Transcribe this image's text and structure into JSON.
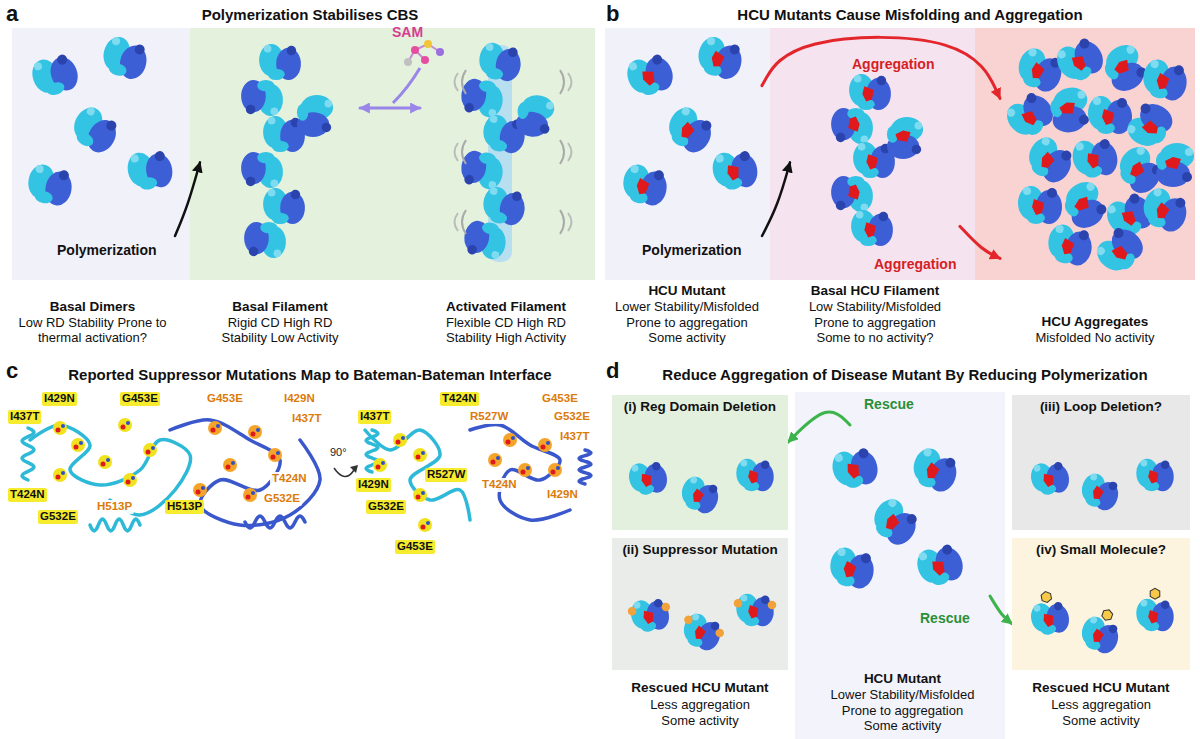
{
  "diagram": {
    "nodes": [
      {
        "text": [
          "Basal Dimers",
          "Low RD Stability Prone to thermal activation?"
        ]
      },
      {
        "text": [
          "Basal Filament",
          "Rigid CD High RD Stability Low Activity"
        ]
      },
      {
        "text": [
          "Activated Filament",
          "Flexible CD High RD Stability High Activity"
        ]
      },
      {
        "text": [
          "HCU Mutant",
          "Lower Stability/Misfolded Prone to aggregation Some activity"
        ]
      },
      {
        "text": [
          "Basal HCU Filament",
          "Low Stability/Misfolded Prone to aggregation Some to no activity?"
        ]
      },
      {
        "text": [
          "HCU Aggregates",
          "Misfolded No activity"
        ]
      },
      {
        "text": [
          "(i) Reg Domain Deletion"
        ]
      },
      {
        "text": [
          "(iii) Loop Deletion?"
        ]
      },
      {
        "text": [
          "(ii) Suppressor Mutation"
        ]
      },
      {
        "text": [
          "HCU Mutant",
          "Lower Stability/Misfolded Prone to aggregation Some activity"
        ]
      },
      {
        "text": [
          "(iv) Small Molecule?"
        ]
      }
    ],
    "edges": [
      {
        "from": 0,
        "to": 1,
        "label": "Polymerization",
        "arrow": "to"
      },
      {
        "from": 1,
        "to": 2,
        "arrow": "both"
      },
      {
        "from": 3,
        "to": 4,
        "label": "Polymerization",
        "arrow": "to"
      },
      {
        "from": 3,
        "to": 5,
        "label": "Aggregation",
        "arrow": "to"
      },
      {
        "from": 4,
        "to": 5,
        "label": "Aggregation",
        "arrow": "to"
      },
      {
        "from": 9,
        "to": 6,
        "label": "Rescue",
        "arrow": "to"
      },
      {
        "from": 9,
        "to": 10,
        "label": "Rescue",
        "arrow": "to"
      }
    ],
    "labels": [
      "a",
      "Polymerization Stabilises CBS",
      "SAM",
      "b",
      "HCU Mutants Cause Misfolding and Aggregation",
      "c",
      "Reported Suppressor Mutations Map to Bateman-Bateman Interface",
      "I429N",
      "G453E",
      "G453E",
      "I429N",
      "I437T",
      "I437T",
      "T424N",
      "T424N",
      "H513P",
      "H513P",
      "G532E",
      "G532E",
      "90°",
      "T424N",
      "I437T",
      "G453E",
      "R527W",
      "G532E",
      "I437T",
      "R527W",
      "I429N",
      "T424N",
      "I429N",
      "G532E",
      "G453E",
      "d",
      "Reduce Aggregation of Disease Mutant By Reducing Polymerization",
      "Rescued HCU Mutant",
      "Less aggregation Some activity",
      "Rescued HCU Mutant",
      "Less aggregation Some activity"
    ]
  }
}
